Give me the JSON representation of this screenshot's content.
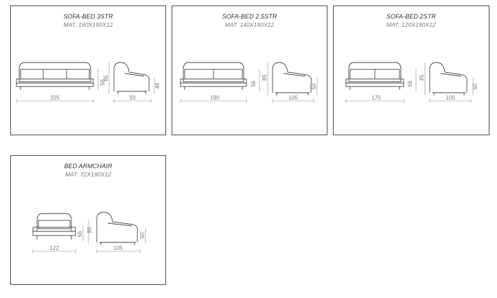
{
  "panels": [
    {
      "title": "SOFA-BED 3STR",
      "subtitle": "MAT. 160X190X12",
      "front_width": "225",
      "front_height": "56",
      "side_height_total": "85",
      "side_depth": "93",
      "side_seat_height": "48"
    },
    {
      "title": "SOFA-BED 2,5STR",
      "subtitle": "MAT. 140X190X12",
      "front_width": "190",
      "front_height": "56",
      "side_height_total": "85",
      "side_depth": "105",
      "side_seat_height": "50"
    },
    {
      "title": "SOFA-BED 2STR",
      "subtitle": "MAT. 120X190X12",
      "front_width": "170",
      "front_height": "56",
      "side_height_total": "85",
      "side_depth": "105",
      "side_seat_height": "50"
    },
    {
      "title": "BED ARMCHAIR",
      "subtitle": "MAT. 72X190X12",
      "front_width": "122",
      "front_height": "56",
      "side_height_total": "85",
      "side_depth": "105",
      "side_seat_height": "50"
    }
  ]
}
